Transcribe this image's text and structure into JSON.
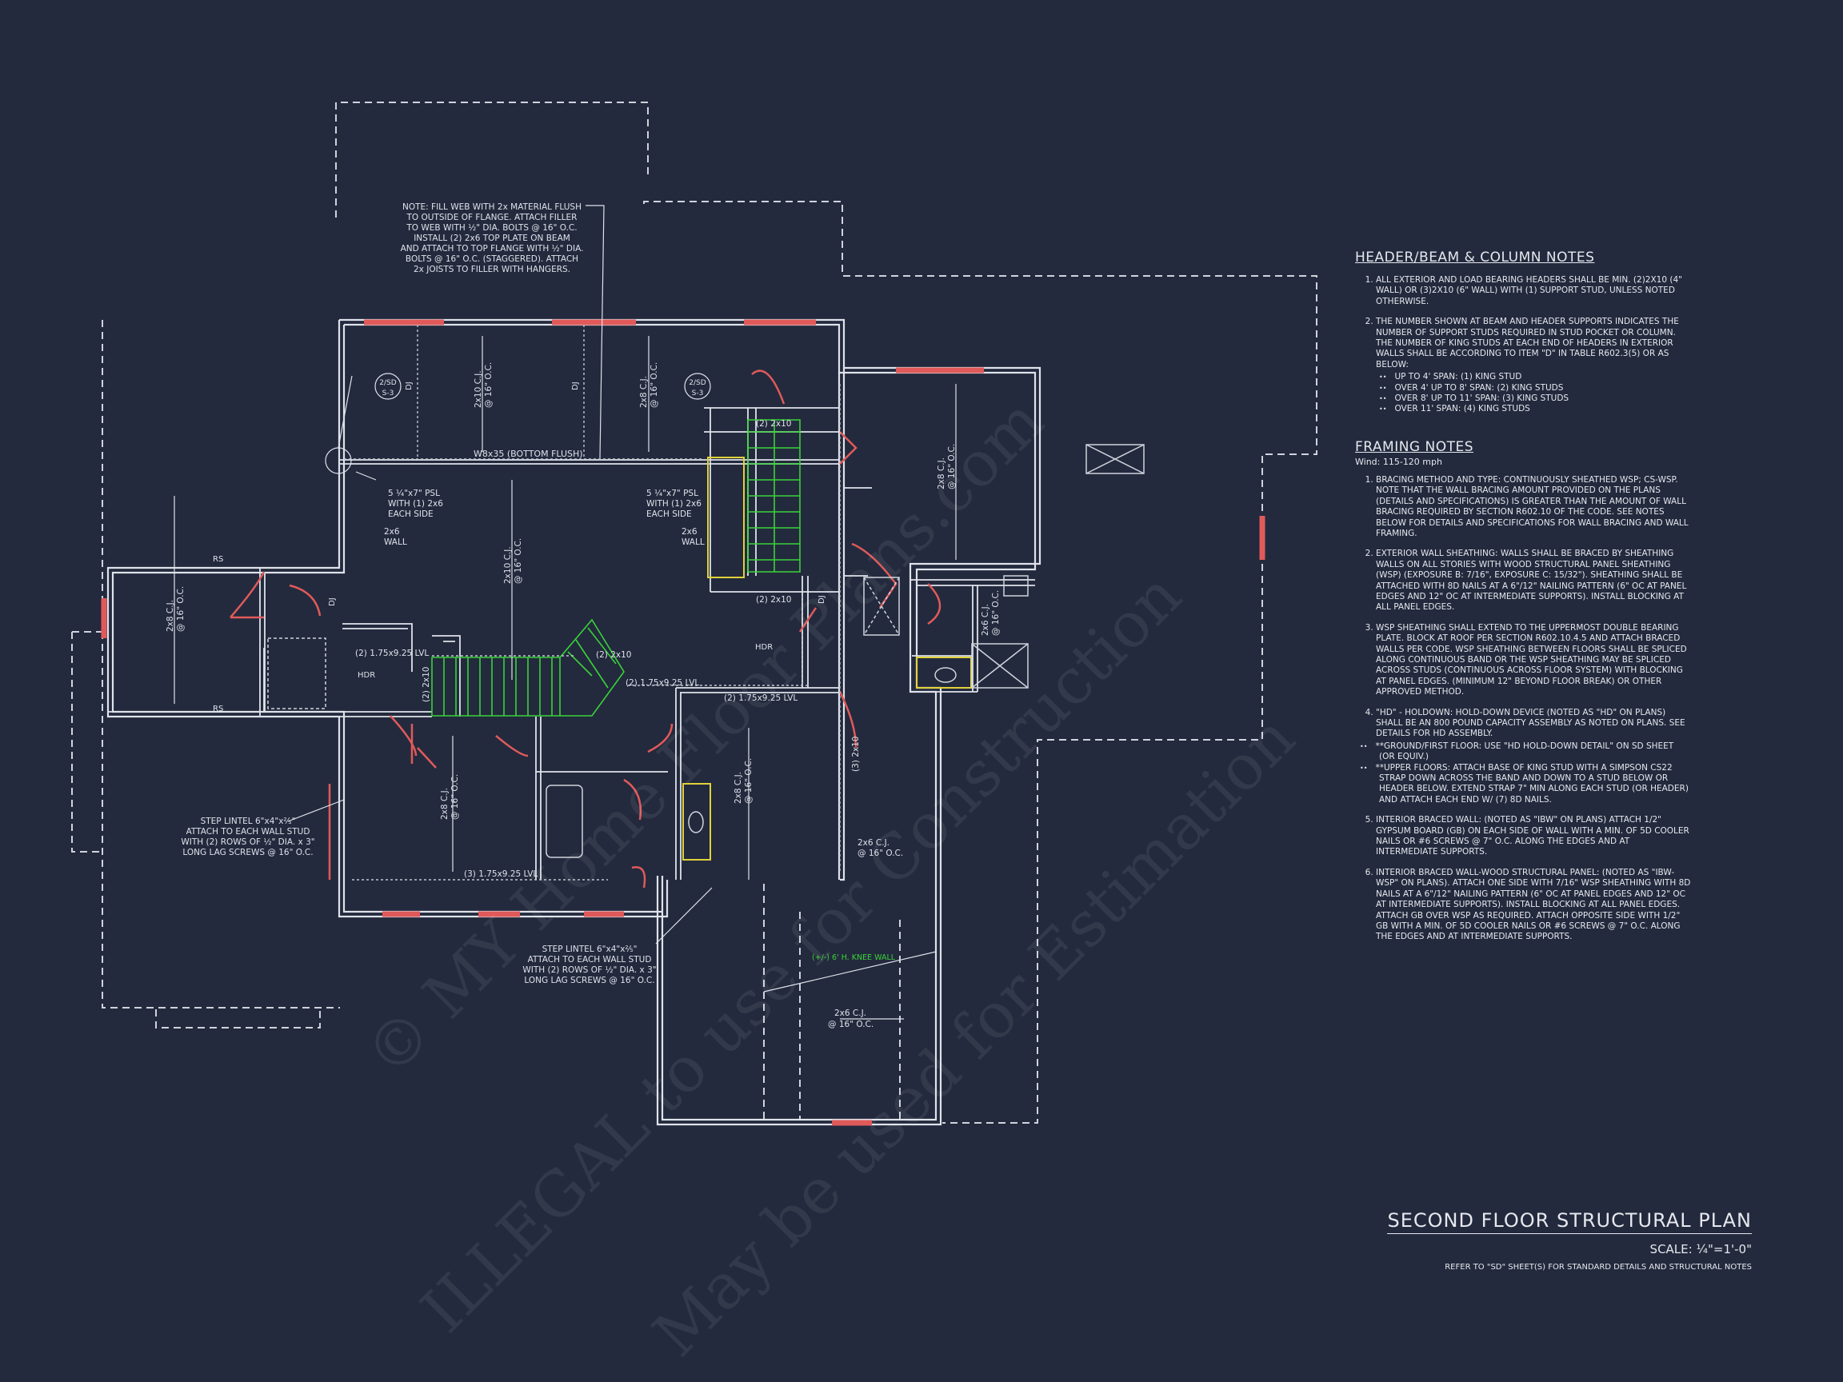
{
  "drawing": {
    "title": "SECOND FLOOR STRUCTURAL PLAN",
    "scale": "SCALE: ¼\"=1'-0\"",
    "refer_note": "REFER TO \"SD\" SHEET(S) FOR STANDARD DETAILS AND STRUCTURAL NOTES"
  },
  "watermark": {
    "line1": "© MY Home Floor Plans.com",
    "line2": "ILLEGAL to use for Construction",
    "line3": "May be used for Estimation"
  },
  "header_notes": {
    "heading": "HEADER/BEAM & COLUMN NOTES",
    "items": [
      "ALL EXTERIOR AND LOAD BEARING HEADERS SHALL BE MIN. (2)2x10 (4\" WALL) OR (3)2x10 (6\" WALL) WITH (1) SUPPORT STUD, UNLESS NOTED OTHERWISE.",
      "THE NUMBER SHOWN AT BEAM AND HEADER SUPPORTS INDICATES THE NUMBER OF SUPPORT STUDS REQUIRED IN STUD POCKET OR COLUMN. THE NUMBER OF KING STUDS AT EACH END OF HEADERS IN EXTERIOR WALLS SHALL BE ACCORDING TO ITEM \"d\" IN TABLE R602.3(5) OR AS BELOW:"
    ],
    "king_studs": [
      "UP TO 4' SPAN: (1) KING STUD",
      "OVER 4' UP TO 8' SPAN: (2) KING STUDS",
      "OVER 8' UP TO 11' SPAN: (3) KING STUDS",
      "OVER 11' SPAN: (4) KING STUDS"
    ]
  },
  "framing_notes": {
    "heading": "FRAMING NOTES",
    "wind": "Wind: 115-120 mph",
    "items": [
      "BRACING METHOD AND TYPE: CONTINUOUSLY SHEATHED WSP; CS-WSP. NOTE THAT THE WALL BRACING AMOUNT PROVIDED ON THE PLANS (DETAILS AND SPECIFICATIONS) IS GREATER THAN THE AMOUNT OF WALL BRACING REQUIRED BY SECTION R602.10 OF THE CODE. SEE NOTES BELOW FOR DETAILS AND SPECIFICATIONS FOR WALL BRACING AND WALL FRAMING.",
      "EXTERIOR WALL SHEATHING: WALLS SHALL BE BRACED BY SHEATHING WALLS ON ALL STORIES WITH WOOD STRUCTURAL PANEL SHEATHING (WSP) (EXPOSURE B: 7/16\", EXPOSURE C: 15/32\"). SHEATHING SHALL BE ATTACHED WITH 8d NAILS AT A 6\"/12\" NAILING PATTERN (6\" OC AT PANEL EDGES AND 12\" OC AT INTERMEDIATE SUPPORTS). INSTALL BLOCKING AT ALL PANEL EDGES.",
      "WSP SHEATHING SHALL EXTEND TO THE UPPERMOST DOUBLE BEARING PLATE. BLOCK AT ROOF PER SECTION R602.10.4.5 AND ATTACH BRACED WALLS PER CODE. WSP SHEATHING BETWEEN FLOORS SHALL BE SPLICED ALONG CONTINUOUS BAND OR THE WSP SHEATHING MAY BE SPLICED ACROSS STUDS (CONTINUOUS ACROSS FLOOR SYSTEM) WITH BLOCKING AT PANEL EDGES. (MINIMUM 12\" BEYOND FLOOR BREAK) OR OTHER APPROVED METHOD.",
      "\"HD\" - HOLDOWN: HOLD-DOWN DEVICE (NOTED AS \"HD\" ON PLANS) SHALL BE AN 800 POUND CAPACITY ASSEMBLY AS NOTED ON PLANS. SEE DETAILS FOR HD ASSEMBLY.",
      "INTERIOR BRACED WALL: (NOTED AS \"IBW\" ON PLANS) ATTACH 1/2\" GYPSUM BOARD (GB) ON EACH SIDE OF WALL WITH A MIN. OF 5d COOLER NAILS OR #6 SCREWS @ 7\" O.C. ALONG THE EDGES AND AT INTERMEDIATE SUPPORTS.",
      "INTERIOR BRACED WALL-WOOD STRUCTURAL PANEL: (NOTED AS \"IBW-WSP\" ON PLANS). ATTACH ONE SIDE WITH 7/16\" WSP SHEATHING WITH 8d NAILS AT A 6\"/12\" NAILING PATTERN (6\" OC AT PANEL EDGES AND 12\" OC AT INTERMEDIATE SUPPORTS). INSTALL BLOCKING AT ALL PANEL EDGES. ATTACH GB OVER WSP AS REQUIRED. ATTACH OPPOSITE SIDE WITH 1/2\" GB WITH A MIN. OF 5d COOLER NAILS OR #6 SCREWS @ 7\" O.C. ALONG THE EDGES AND AT INTERMEDIATE SUPPORTS."
    ],
    "hd_bullets": [
      "**GROUND/FIRST FLOOR: USE \"HD HOLD-DOWN DETAIL\" ON SD SHEET (OR EQUIV.)",
      "**UPPER FLOORS: ATTACH BASE OF KING STUD WITH A SIMPSON CS22 STRAP DOWN ACROSS THE BAND AND DOWN TO A STUD BELOW OR HEADER BELOW. EXTEND STRAP 7\" MIN ALONG EACH STUD (OR HEADER) AND ATTACH EACH END W/ (7) 8d NAILS."
    ]
  },
  "plan_labels": {
    "web_note": [
      "NOTE: FILL WEB WITH 2x MATERIAL FLUSH",
      "TO OUTSIDE OF FLANGE. ATTACH FILLER",
      "TO WEB WITH ½\" DIA. BOLTS @ 16\" O.C.",
      "INSTALL (2) 2x6 TOP PLATE ON BEAM",
      "AND ATTACH TO TOP FLANGE WITH ½\" DIA.",
      "BOLTS @ 16\" O.C. (STAGGERED). ATTACH",
      "2x JOISTS TO FILLER WITH HANGERS."
    ],
    "beam": "W8x35 (BOTTOM FLUSH)",
    "psl_left": [
      "5 ¼\"x7\" PSL",
      "WITH (1) 2x6",
      "EACH SIDE"
    ],
    "psl_right": [
      "5 ¼\"x7\" PSL",
      "WITH (1) 2x6",
      "EACH SIDE"
    ],
    "wall_2x6_left": [
      "2x6",
      "WALL"
    ],
    "wall_2x6_right": [
      "2x6",
      "WALL"
    ],
    "lintel_left": [
      "STEP LINTEL 6\"x4\"x⅖\"",
      "ATTACH TO EACH WALL STUD",
      "WITH (2) ROWS OF ½\" DIA. x 3\"",
      "LONG LAG SCREWS @ 16\" O.C."
    ],
    "lintel_bottom": [
      "STEP LINTEL 6\"x4\"x⅖\"",
      "ATTACH TO EACH WALL STUD",
      "WITH (2) ROWS OF ½\" DIA. x 3\"",
      "LONG LAG SCREWS @ 16\" O.C."
    ],
    "detail_tag_top": "2/SD",
    "detail_tag_bottom": "S-3",
    "knee_wall": "(+/-) 6' H. KNEE WALL",
    "hdr": "HDR",
    "dj": "DJ",
    "rs": "RS",
    "lvl_a": "(2) 1.75x9.25 LVL",
    "lvl_b": "(2) 1.75x9.25 LVL",
    "lvl_c": "(2) 1.75x9.25 LVL",
    "lvl_d": "(3) 1.75x9.25 LVL",
    "hdr_2x10_a": "(2) 2x10",
    "hdr_2x10_b": "(2) 2x10",
    "hdr_2x10_c": "(2) 2x10",
    "hdr_3x10": "(3) 2x10",
    "cj_2x10": "2x10 C.J.",
    "cj_2x8": "2x8 C.J.",
    "cj_2x6": "2x6 C.J.",
    "oc16": "@ 16\" O.C."
  }
}
